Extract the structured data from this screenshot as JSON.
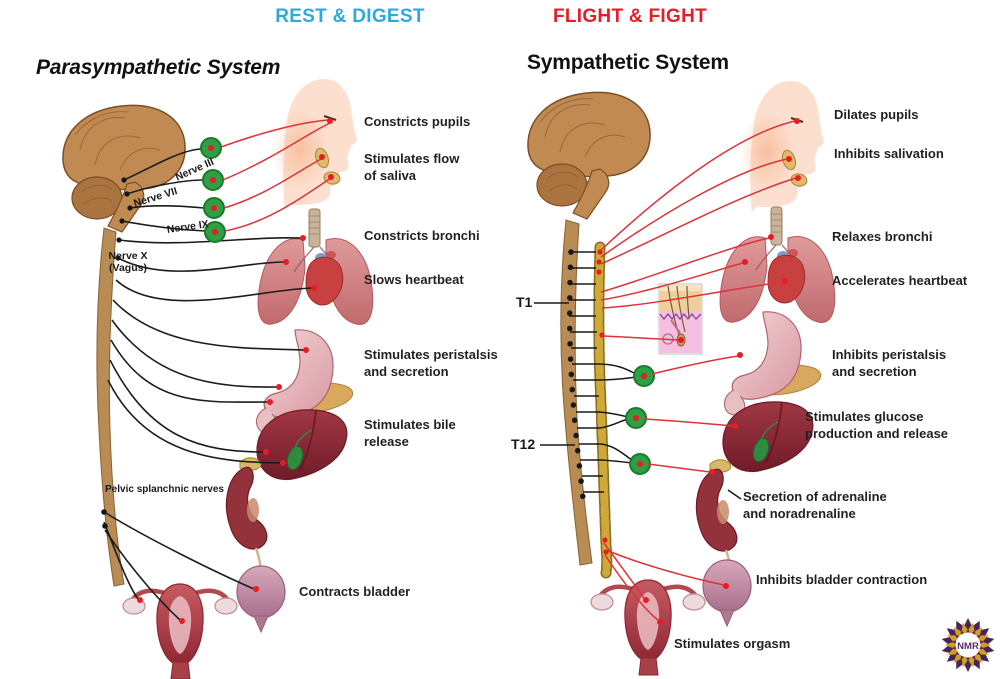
{
  "banners": {
    "left": "REST & DIGEST",
    "right": "FLIGHT & FIGHT"
  },
  "para": {
    "title": "Parasympathetic System",
    "nerve3": "Nerve III",
    "nerve7": "Nerve VII",
    "nerve9": "Nerve IX",
    "nerve10": "Nerve X\n(Vagus)",
    "pelvic": "Pelvic splanchnic nerves",
    "fx_pupils": "Constricts pupils",
    "fx_saliva": "Stimulates flow\nof saliva",
    "fx_bronchi": "Constricts bronchi",
    "fx_heart": "Slows heartbeat",
    "fx_peristalsis": "Stimulates peristalsis\nand secretion",
    "fx_bile": "Stimulates bile\nrelease",
    "fx_bladder": "Contracts bladder"
  },
  "symp": {
    "title": "Sympathetic System",
    "t1": "T1",
    "t12": "T12",
    "fx_pupils": "Dilates pupils",
    "fx_saliva": "Inhibits salivation",
    "fx_bronchi": "Relaxes bronchi",
    "fx_heart": "Accelerates heartbeat",
    "fx_peristalsis": "Inhibits peristalsis\nand secretion",
    "fx_glucose": "Stimulates glucose\nproduction and release",
    "fx_adrenaline": "Secretion of adrenaline\nand noradrenaline",
    "fx_bladder": "Inhibits bladder contraction",
    "fx_orgasm": "Stimulates orgasm"
  },
  "logo_text": "NMR",
  "colors": {
    "rest_blue": "#2da9e1",
    "fight_red": "#e41e26",
    "ganglion_green": "#2f9e44",
    "nerve_red": "#e03238",
    "nerve_black": "#1c1c1c",
    "brain_tan": "#c08a52",
    "chain_gold": "#cfa83a"
  }
}
